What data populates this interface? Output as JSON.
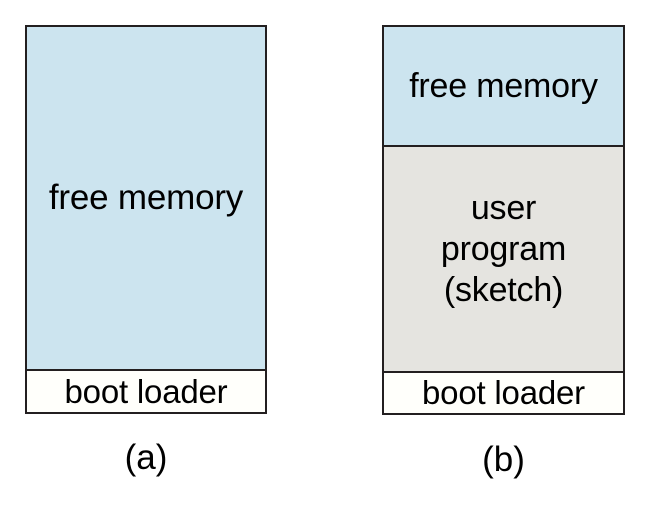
{
  "figure": {
    "colors": {
      "free_memory_fill": "#cce4ef",
      "user_program_fill": "#e5e4e0",
      "boot_loader_fill": "#fffffb",
      "border": "#231f20",
      "text": "#000000",
      "background": "#ffffff"
    },
    "diagrams": [
      {
        "id": "a",
        "caption": "(a)",
        "segments": [
          {
            "name": "free-memory",
            "label": "free memory",
            "fill": "#cce4ef"
          },
          {
            "name": "boot-loader",
            "label": "boot loader",
            "fill": "#fffffb"
          }
        ]
      },
      {
        "id": "b",
        "caption": "(b)",
        "segments": [
          {
            "name": "free-memory",
            "label": "free memory",
            "fill": "#cce4ef"
          },
          {
            "name": "user-program",
            "label": "user\nprogram\n(sketch)",
            "fill": "#e5e4e0"
          },
          {
            "name": "boot-loader",
            "label": "boot loader",
            "fill": "#fffffb"
          }
        ]
      }
    ]
  }
}
